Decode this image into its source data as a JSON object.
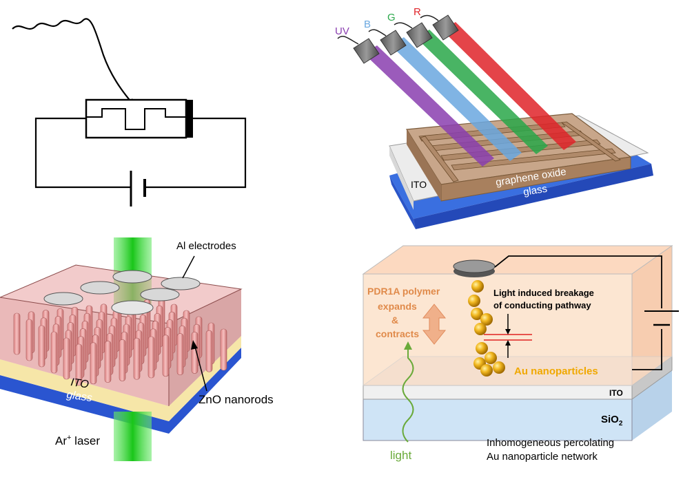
{
  "panel_tr": {
    "beams": [
      {
        "label": "UV",
        "color": "#8a3fb0"
      },
      {
        "label": "B",
        "color": "#6aa8e0"
      },
      {
        "label": "G",
        "color": "#2aa84a"
      },
      {
        "label": "R",
        "color": "#e0242a"
      }
    ],
    "ito_label": "ITO",
    "go_label": "graphene oxide",
    "glass_label": "glass"
  },
  "panel_bl": {
    "electrodes_label": "Al electrodes",
    "ito_label": "ITO",
    "glass_label": "glass",
    "nanorods_label": "ZnO nanorods",
    "laser_label": "Ar",
    "laser_sup": "+",
    "laser_suffix": " laser"
  },
  "panel_br": {
    "polymer_line1": "PDR1A polymer",
    "polymer_line2": "expands",
    "polymer_line3": "&",
    "polymer_line4": "contracts",
    "breakage_line1": "Light induced breakage",
    "breakage_line2": "of conducting pathway",
    "au_label": "Au nanoparticles",
    "ito_label": "ITO",
    "sio2_label": "SiO",
    "sio2_sub": "2",
    "light_label": "light",
    "caption_line1": "Inhomogeneous percolating",
    "caption_line2": "Au nanoparticle network"
  },
  "colors": {
    "beam_green": "#22cc22",
    "pdr_text": "#e08a4a",
    "au_text": "#f0a800",
    "light_green": "#6aaa3a",
    "glass_blue": "#2a5bd8"
  }
}
